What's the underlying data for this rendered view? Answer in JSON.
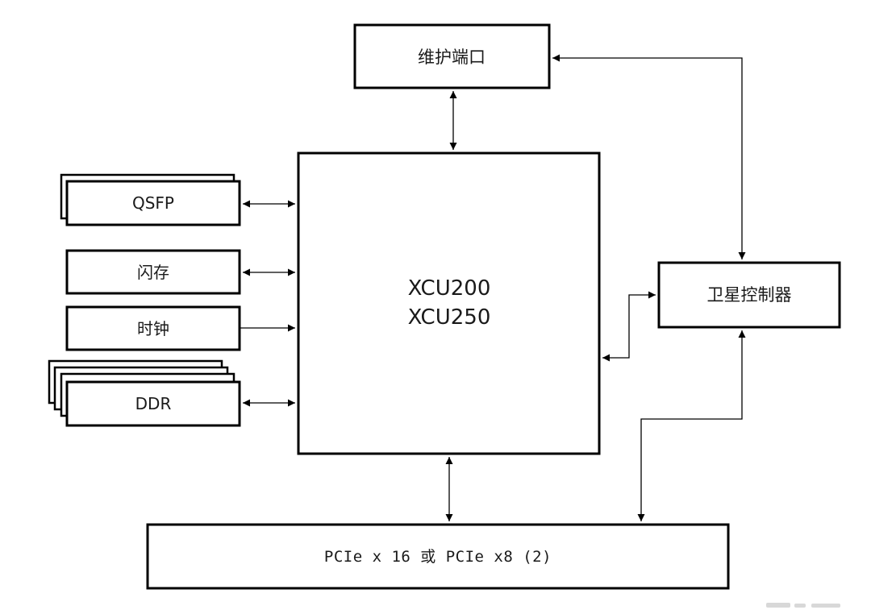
{
  "diagram": {
    "maintenance_port": "维护端口",
    "fpga_line1": "XCU200",
    "fpga_line2": "XCU250",
    "qsfp": "QSFP",
    "flash": "闪存",
    "clock": "时钟",
    "ddr": "DDR",
    "satellite_controller": "卫星控制器",
    "pcie": "PCIe x 16 或 PCIe x8 (2)"
  }
}
